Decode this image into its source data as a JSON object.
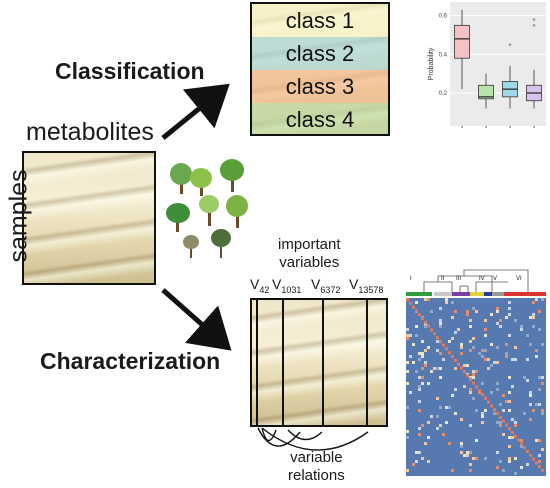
{
  "labels": {
    "metabolites": "metabolites",
    "samples": "samples",
    "classification": "Classification",
    "characterization": "Characterization",
    "important_variables_line1": "important",
    "important_variables_line2": "variables",
    "variable_relations_line1": "variable",
    "variable_relations_line2": "relations"
  },
  "classes": [
    "class 1",
    "class 2",
    "class 3",
    "class 4"
  ],
  "class_colors": [
    "#fbf6c8",
    "#9fd3d6",
    "#f3b98f",
    "#bfe0a6"
  ],
  "variables": [
    {
      "name": "V",
      "sub": "42"
    },
    {
      "name": "V",
      "sub": "1031"
    },
    {
      "name": "V",
      "sub": "6372"
    },
    {
      "name": "V",
      "sub": "13578"
    }
  ],
  "cluster_labels": [
    "I",
    "II",
    "III",
    "IV",
    "V",
    "VI"
  ],
  "icons": [
    "asparagus-photo",
    "tree-icons",
    "arrow-icon",
    "boxplot",
    "heatmap-dendrogram"
  ],
  "chart_data": {
    "type": "box",
    "ylabel": "Probability",
    "ylim": [
      0.05,
      0.65
    ],
    "yticks": [
      0.2,
      0.4,
      0.6
    ],
    "ytick_labels": [
      "0.2",
      "0.4",
      "0.6"
    ],
    "series": [
      {
        "color": "#f4c2c2",
        "min": 0.22,
        "q1": 0.38,
        "median": 0.48,
        "q3": 0.55,
        "max": 0.63,
        "outliers": []
      },
      {
        "color": "#b9e3a9",
        "min": 0.12,
        "q1": 0.17,
        "median": 0.18,
        "q3": 0.24,
        "max": 0.3,
        "outliers": []
      },
      {
        "color": "#9fd8e6",
        "min": 0.12,
        "q1": 0.18,
        "median": 0.22,
        "q3": 0.26,
        "max": 0.34,
        "outliers": [
          0.45
        ]
      },
      {
        "color": "#d7c2ee",
        "min": 0.12,
        "q1": 0.16,
        "median": 0.2,
        "q3": 0.24,
        "max": 0.32,
        "outliers": [
          0.55,
          0.58
        ]
      }
    ]
  }
}
